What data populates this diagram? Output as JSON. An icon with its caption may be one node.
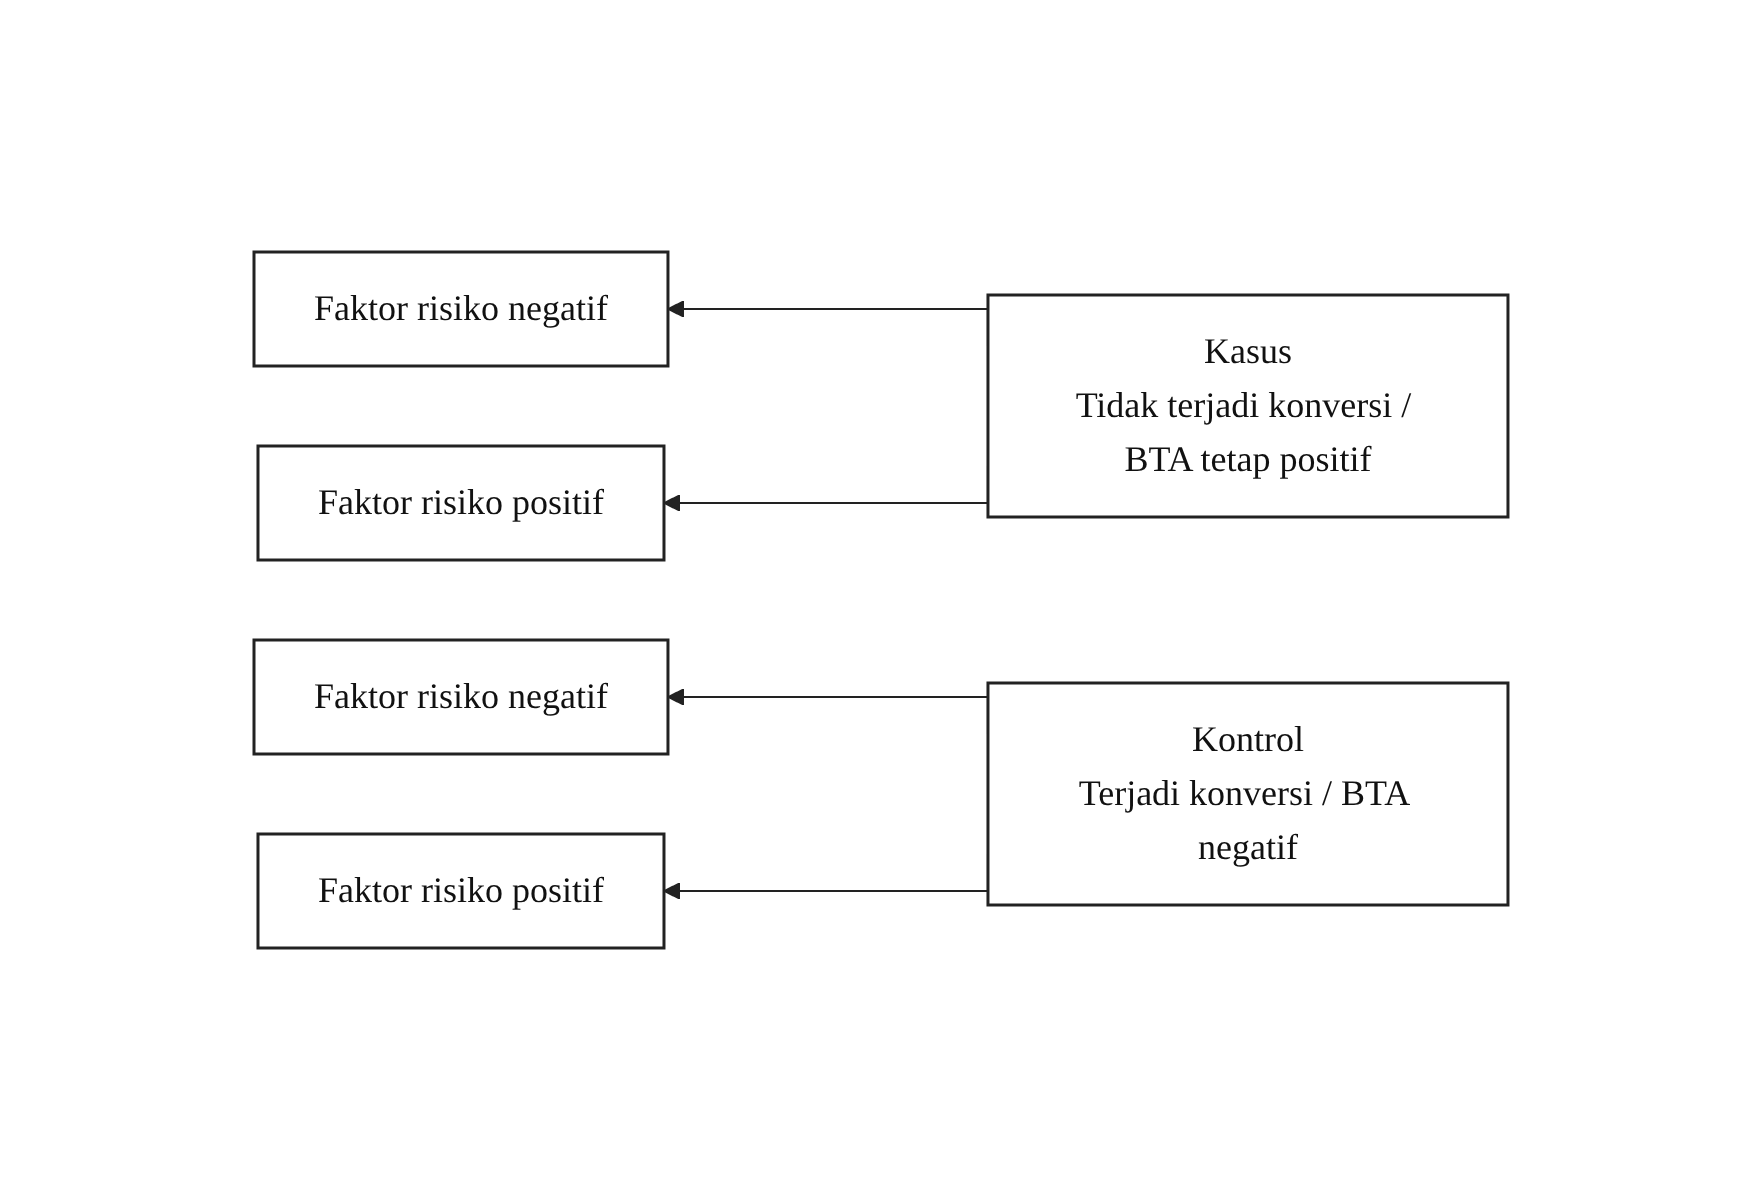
{
  "diagram": {
    "nodes": [
      {
        "text": [
          "Faktor risiko negatif"
        ]
      },
      {
        "text": [
          "Faktor risiko positif"
        ]
      },
      {
        "text": [
          "Kasus",
          "Tidak terjadi konversi / BTA tetap positif"
        ]
      },
      {
        "text": [
          "Faktor risiko negatif"
        ]
      },
      {
        "text": [
          "Faktor risiko positif"
        ]
      },
      {
        "text": [
          "Kontrol",
          "Terjadi konversi / BTA negatif"
        ]
      }
    ],
    "edges": [
      {
        "from": 2,
        "to": 0,
        "arrow": "to"
      },
      {
        "from": 2,
        "to": 1,
        "arrow": "to"
      },
      {
        "from": 5,
        "to": 3,
        "arrow": "to"
      },
      {
        "from": 5,
        "to": 4,
        "arrow": "to"
      }
    ]
  }
}
